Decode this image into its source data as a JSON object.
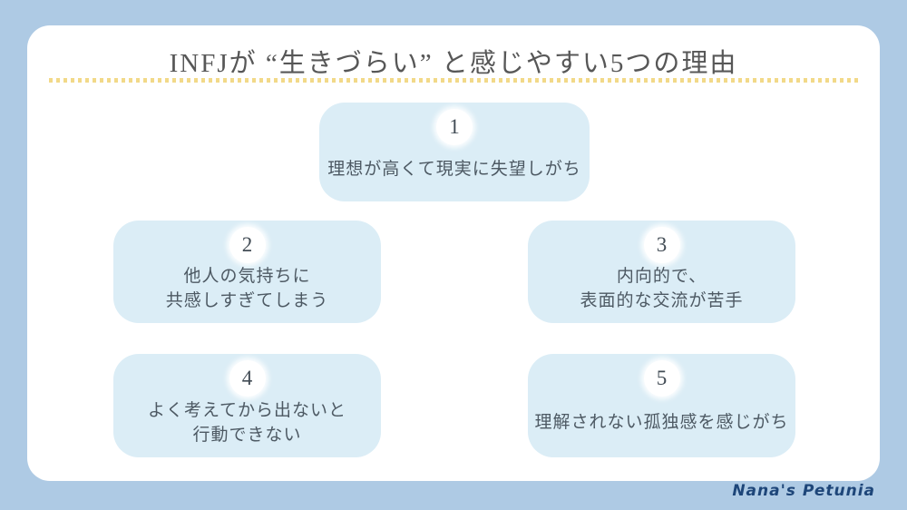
{
  "palette": {
    "background": "#aecae4",
    "card": "#ffffff",
    "box": "#dbedf6",
    "dots": "#f2d988",
    "title_text": "#575757",
    "body_text": "#4d5963",
    "signature_text": "#1e4679"
  },
  "title": "INFJが “生きづらい” と感じやすい5つの理由",
  "boxes": [
    {
      "number": "1",
      "lines": [
        "理想が高くて現実に失望しがち"
      ]
    },
    {
      "number": "2",
      "lines": [
        "他人の気持ちに",
        "共感しすぎてしまう"
      ]
    },
    {
      "number": "3",
      "lines": [
        "内向的で、",
        "表面的な交流が苦手"
      ]
    },
    {
      "number": "4",
      "lines": [
        "よく考えてから出ないと",
        "行動できない"
      ]
    },
    {
      "number": "5",
      "lines": [
        "理解されない孤独感を感じがち"
      ]
    }
  ],
  "signature": "Nana's Petunia"
}
